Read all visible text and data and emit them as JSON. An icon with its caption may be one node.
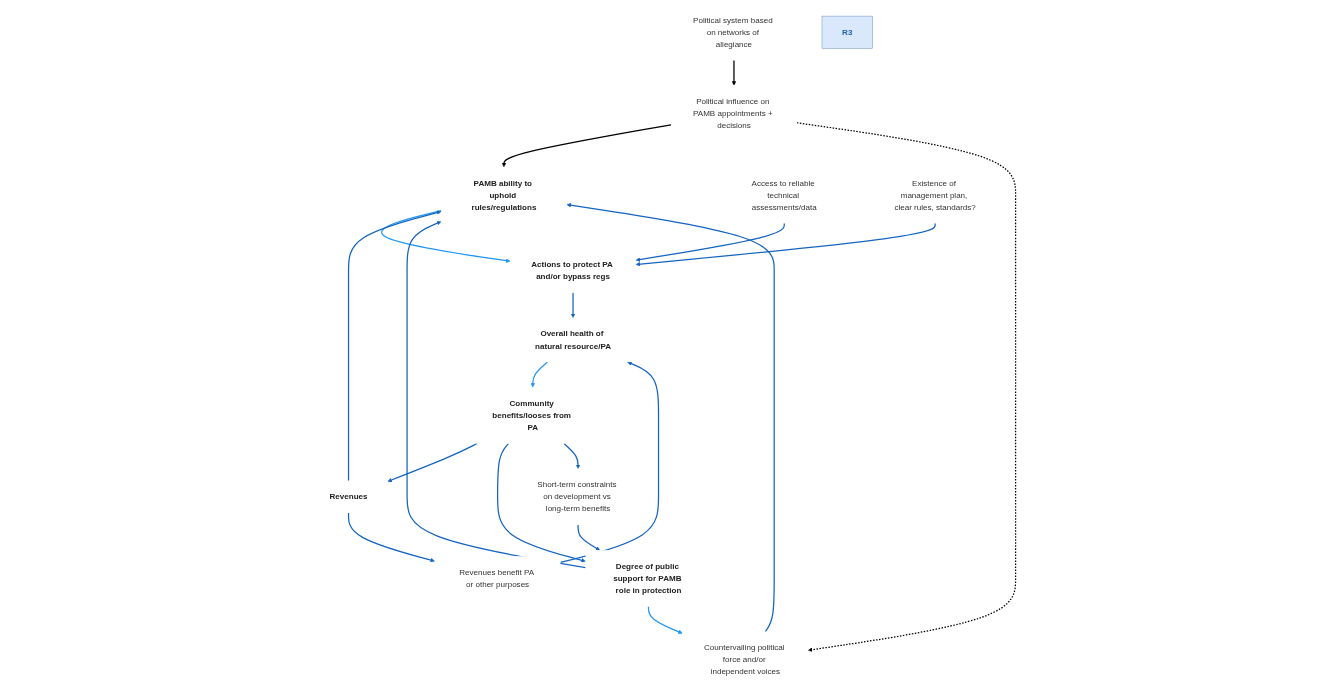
{
  "diagram": {
    "nodes": [
      {
        "text": [
          "Political system based on networks of allegiance"
        ]
      },
      {
        "text": [
          "Political influence on PAMB appointments + decisions"
        ]
      },
      {
        "text": [
          "Actions to protect PA and/or bypass regs"
        ]
      },
      {
        "text": [
          "PAMB ability to uphold rules/regulations"
        ]
      },
      {
        "text": [
          "Access to reliable technical assessments/data"
        ]
      },
      {
        "text": [
          "Existence of management plan, clear rules, standards?"
        ]
      },
      {
        "text": [
          "Overall health of natural resource/PA"
        ]
      },
      {
        "text": [
          "R3"
        ]
      },
      {
        "text": [
          "Revenues benefit PA or other purposes"
        ]
      },
      {
        "text": [
          "Countervailing political force and/or independent voices"
        ]
      },
      {
        "text": [
          "Revenues"
        ]
      },
      {
        "text": [
          "Degree of public support for PAMB role in protection"
        ]
      },
      {
        "text": [
          "Community benefits/looses from PA"
        ]
      },
      {
        "text": [
          "Short-term constraints on development vs long-term benefits"
        ]
      }
    ],
    "edges": [
      {
        "from": 0,
        "to": 1,
        "arrow": "to",
        "color": "#000000"
      },
      {
        "from": 1,
        "to": 3,
        "arrow": "to",
        "color": "#000000"
      },
      {
        "from": 1,
        "to": 9,
        "arrow": "to",
        "style": "dashed",
        "color": "#000000"
      },
      {
        "from": 3,
        "to": 2,
        "arrow": "to",
        "color": "#2196f3"
      },
      {
        "from": 4,
        "to": 2,
        "arrow": "to"
      },
      {
        "from": 5,
        "to": 2,
        "arrow": "to"
      },
      {
        "from": 2,
        "to": 6,
        "arrow": "to"
      },
      {
        "from": 6,
        "to": 12,
        "arrow": "to",
        "color": "#2196f3"
      },
      {
        "from": 8,
        "to": 6,
        "arrow": "to"
      },
      {
        "from": 10,
        "to": 8,
        "arrow": "to"
      },
      {
        "from": 10,
        "to": 3,
        "arrow": "to"
      },
      {
        "from": 12,
        "to": 10,
        "arrow": "to"
      },
      {
        "from": 12,
        "to": 11,
        "arrow": "to"
      },
      {
        "from": 12,
        "to": 13,
        "arrow": "to"
      },
      {
        "from": 13,
        "to": 11,
        "arrow": "to"
      },
      {
        "from": 11,
        "to": 3,
        "arrow": "to"
      },
      {
        "from": 11,
        "to": 9,
        "arrow": "to",
        "color": "#2196f3"
      },
      {
        "from": 9,
        "to": 3,
        "arrow": "to"
      }
    ]
  }
}
